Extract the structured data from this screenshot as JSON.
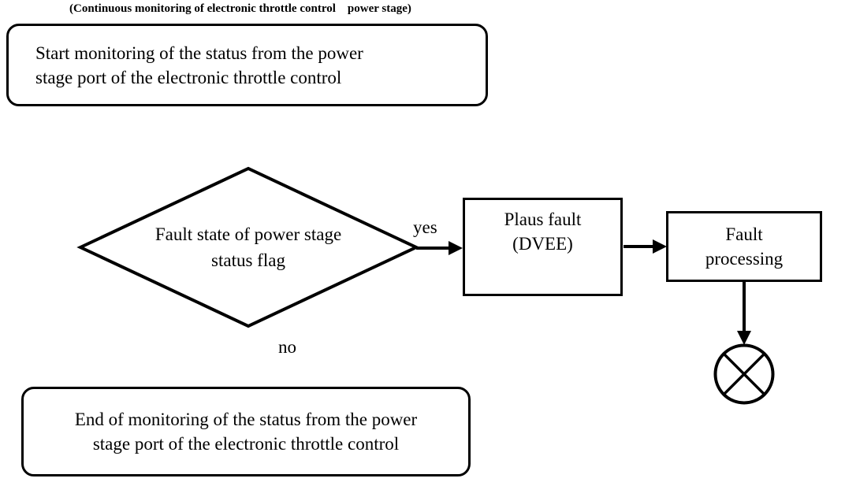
{
  "colors": {
    "stroke": "#000000",
    "background": "#ffffff"
  },
  "caption": "(Continuous monitoring of electronic throttle control    power stage)",
  "nodes": {
    "start": {
      "line1": "Start monitoring of the status from the power",
      "line2": "stage port of the electronic throttle control"
    },
    "decision": {
      "line1": "Fault state of power stage",
      "line2": "status flag"
    },
    "plaus_fault": {
      "line1": "Plaus fault",
      "line2": "(DVEE)"
    },
    "fault_processing": {
      "line1": "Fault",
      "line2": "processing"
    },
    "end": {
      "line1": "End of monitoring of the status from the power",
      "line2": "stage port of the electronic throttle control"
    }
  },
  "edges": {
    "yes_label": "yes",
    "no_label": "no"
  }
}
